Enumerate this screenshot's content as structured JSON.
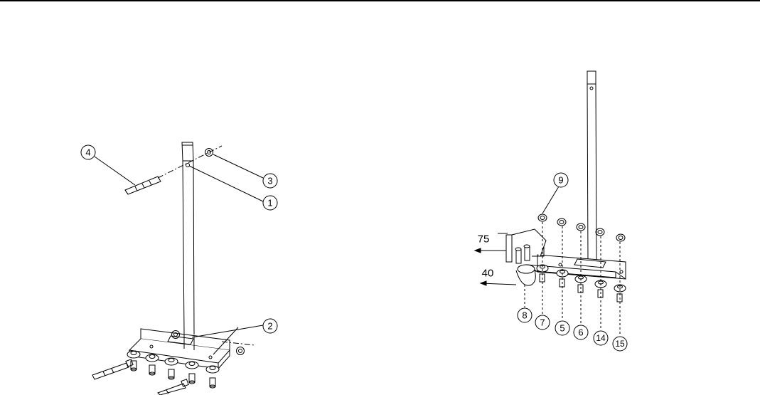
{
  "left_callouts": {
    "c4": "4",
    "c3": "3",
    "c1": "1",
    "c2": "2"
  },
  "right_callouts": {
    "c9": "9",
    "c8": "8",
    "c7": "7",
    "c5": "5",
    "c6": "6",
    "c14": "14",
    "c15": "15"
  },
  "dimensions": {
    "d75": "75",
    "d40": "40"
  }
}
